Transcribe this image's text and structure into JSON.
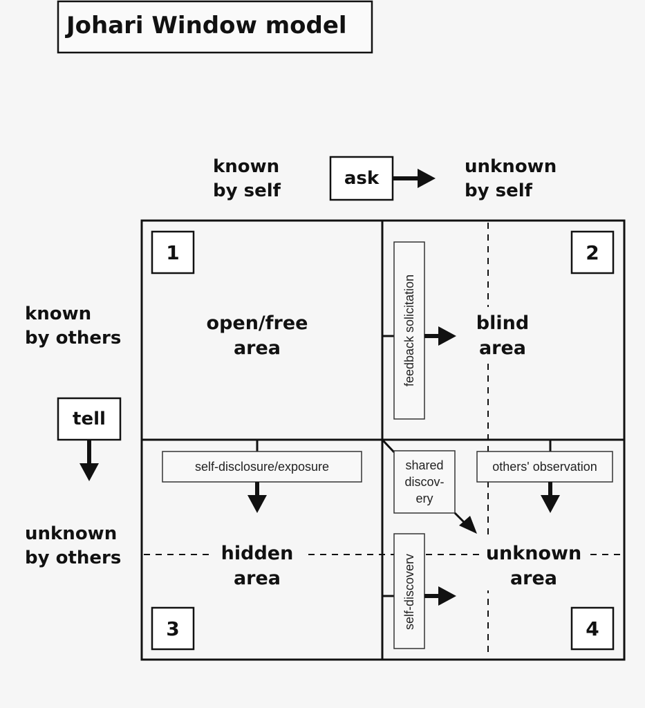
{
  "title": "Johari Window model",
  "columns": {
    "left": [
      "known",
      "by self"
    ],
    "right": [
      "unknown",
      "by self"
    ]
  },
  "rows": {
    "top": [
      "known",
      "by others"
    ],
    "bottom": [
      "unknown",
      "by others"
    ]
  },
  "actions": {
    "ask": "ask",
    "tell": "tell"
  },
  "quadrants": {
    "q1": {
      "number": "1",
      "label": [
        "open/free",
        "area"
      ]
    },
    "q2": {
      "number": "2",
      "label": [
        "blind",
        "area"
      ]
    },
    "q3": {
      "number": "3",
      "label": [
        "hidden",
        "area"
      ]
    },
    "q4": {
      "number": "4",
      "label": [
        "unknown",
        "area"
      ]
    }
  },
  "processes": {
    "feedback": "feedback solicitation",
    "self_disclosure": "self-disclosure/exposure",
    "shared_discovery": [
      "shared",
      "discov-",
      "ery"
    ],
    "others_observation": "others' observation",
    "self_discovery": "self-discoverv"
  }
}
